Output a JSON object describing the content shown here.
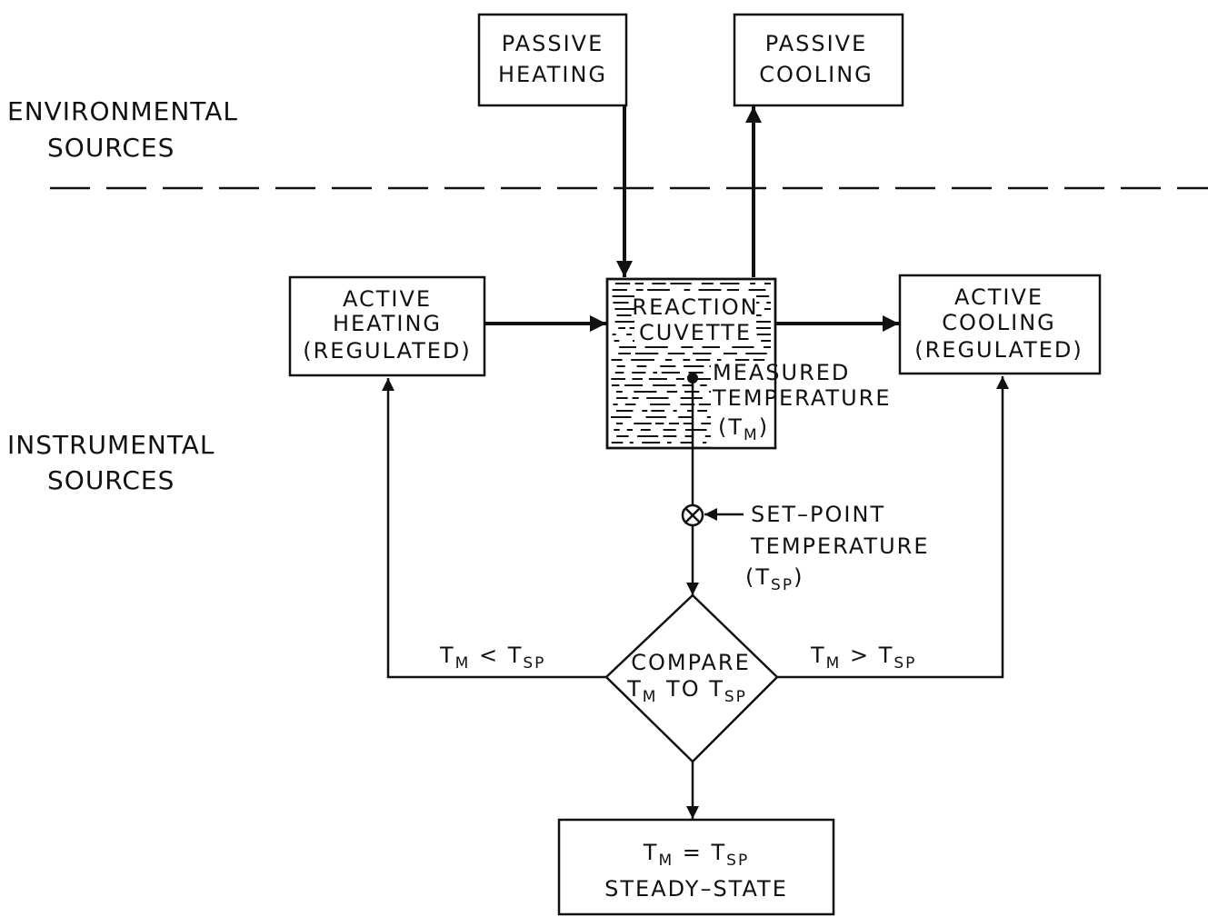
{
  "regions": {
    "environmental": [
      "ENVIRONMENTAL",
      "SOURCES"
    ],
    "instrumental": [
      "INSTRUMENTAL",
      "SOURCES"
    ]
  },
  "boxes": {
    "passive_heating": [
      "PASSIVE",
      "HEATING"
    ],
    "passive_cooling": [
      "PASSIVE",
      "COOLING"
    ],
    "active_heating": [
      "ACTIVE",
      "HEATING",
      "(REGULATED)"
    ],
    "active_cooling": [
      "ACTIVE",
      "COOLING",
      "(REGULATED)"
    ],
    "reaction_cuvette": [
      "REACTION",
      "CUVETTE"
    ],
    "compare": {
      "line1": "COMPARE",
      "t": "T",
      "m": "M",
      "to": " TO ",
      "sp": "SP"
    },
    "steady_state": {
      "t1": "T",
      "m": "M",
      "eq": " = ",
      "t2": "T",
      "sp": "SP",
      "line2": "STEADY–STATE"
    }
  },
  "labels": {
    "measured": {
      "line1": "MEASURED",
      "line2": "TEMPERATURE",
      "open": "(T",
      "sub": "M",
      "close": ")"
    },
    "set_point": {
      "line1": "SET–POINT",
      "line2": "TEMPERATURE",
      "open": "(T",
      "sub": "SP",
      "close": ")"
    },
    "less_than": {
      "t1": "T",
      "m": "M",
      "op": " < ",
      "t2": "T",
      "sp": "SP"
    },
    "greater_than": {
      "t1": "T",
      "m": "M",
      "op": " > ",
      "t2": "T",
      "sp": "SP"
    }
  }
}
